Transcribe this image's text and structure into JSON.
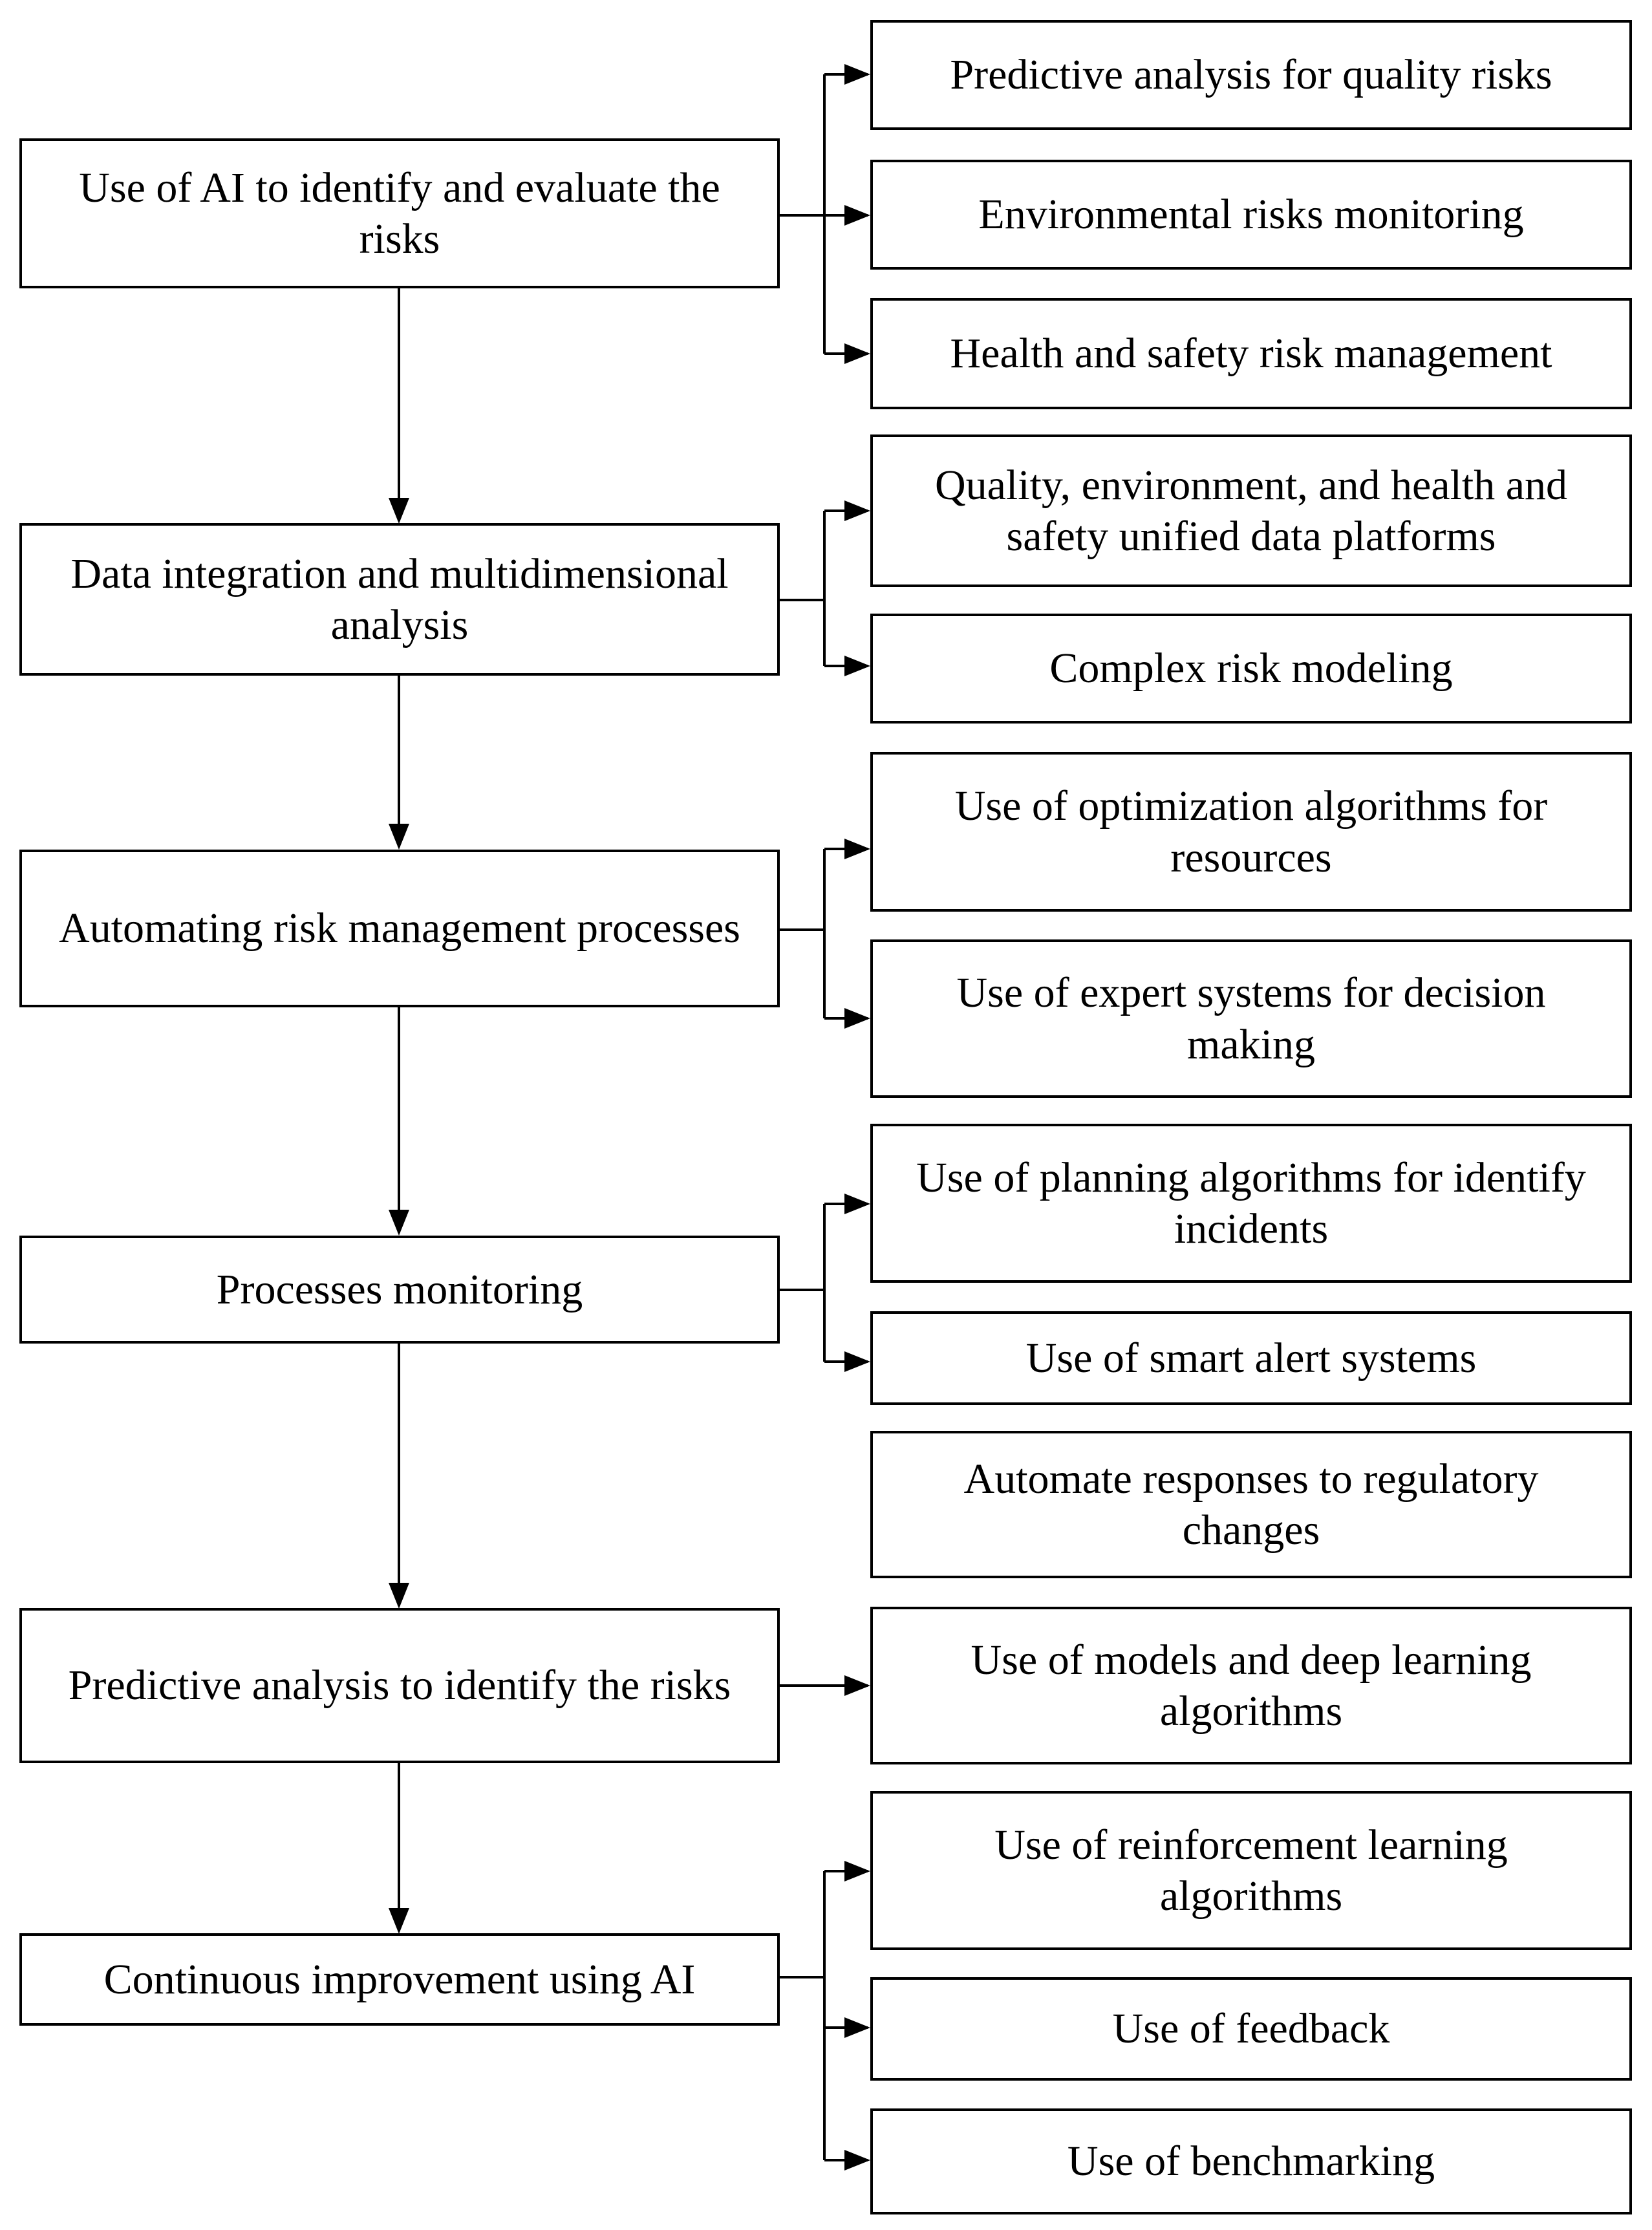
{
  "main_steps": [
    {
      "label": "Use of AI to identify and evaluate the risks"
    },
    {
      "label": "Data integration and multidimensional analysis"
    },
    {
      "label": "Automating risk management processes"
    },
    {
      "label": "Processes monitoring"
    },
    {
      "label": "Predictive analysis to identify the risks"
    },
    {
      "label": "Continuous improvement using AI"
    }
  ],
  "sub_items": [
    {
      "label": "Predictive analysis  for quality risks"
    },
    {
      "label": "Environmental risks monitoring"
    },
    {
      "label": "Health and safety risk management"
    },
    {
      "label": "Quality, environment, and health and safety unified data platforms"
    },
    {
      "label": "Complex risk modeling"
    },
    {
      "label": "Use of optimization algorithms for resources"
    },
    {
      "label": "Use of expert systems for decision making"
    },
    {
      "label": "Use of planning algorithms for identify incidents"
    },
    {
      "label": "Use of smart alert systems"
    },
    {
      "label": "Automate responses to regulatory changes"
    },
    {
      "label": "Use of models and deep learning algorithms"
    },
    {
      "label": "Use of reinforcement learning algorithms"
    },
    {
      "label": "Use of feedback"
    },
    {
      "label": "Use of benchmarking"
    }
  ]
}
